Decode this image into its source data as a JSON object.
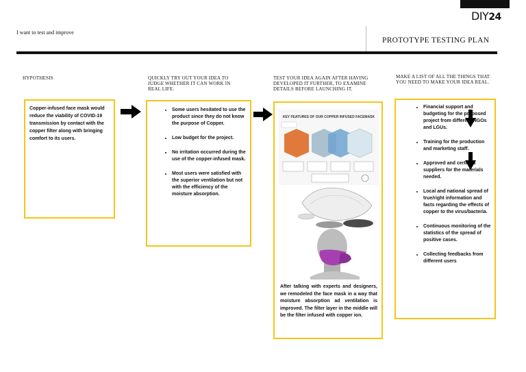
{
  "header": {
    "logo_prefix": "DIY",
    "logo_number": "24",
    "subtitle": "I want to test and improve",
    "title": "PROTOTYPE TESTING PLAN"
  },
  "columns": [
    {
      "heading": "HYPOTHESIS",
      "body": "Copper-infused face mask would reduce the viability of COVID-19 transmission by contact with the copper filter along with bringing comfort to its users."
    },
    {
      "heading": "QUICKLY TRY OUT YOUR IDEA TO JUDGE WHETHER IT CAN WORK IN REAL LIFE.",
      "items": [
        "Some users hesitated to use the product since they do not know the purpose of Copper.",
        "Low budget for the project.",
        "No irritation occurred during the use of the copper-infused mask.",
        "Most users were satisfied with the superior ventilation but not with the efficiency of the moisture absorption."
      ]
    },
    {
      "heading": "TEST YOUR IDEA AGAIN AFTER HAVING DEVELOPED IT FURTHER, TO EXAMINE DETAILS BEFORE LAUNCHING IT.",
      "image_title": "KEY FEATURES OF OUR COPPER INFUSED FACEMASK",
      "body": "After talking with experts and designers, we remodeled the face mask in a way that moisture absorption ad ventilation is improved. The filter layer in the middle will be the filter infused with copper ion."
    },
    {
      "heading": "MAKE A LIST OF ALL THE THINGS THAT YOU NEED TO MAKE YOUR IDEA REAL.",
      "items": [
        "Financial support and budgeting for the proposed project from different NGOs and LGUs.",
        "Training for the production and marketing staff.",
        "Approved and certified suppliers for the materials needed.",
        "Local and national spread of true/right information and facts regarding the effects of copper to the virus/bacteria.",
        "Continuous monitoring of the statistics of the spread of positive cases.",
        "Collecting feedbacks from different users"
      ]
    }
  ],
  "colors": {
    "box_border": "#f5c518",
    "accent_orange": "#e07a3c",
    "mask_purple": "#a640b0"
  }
}
